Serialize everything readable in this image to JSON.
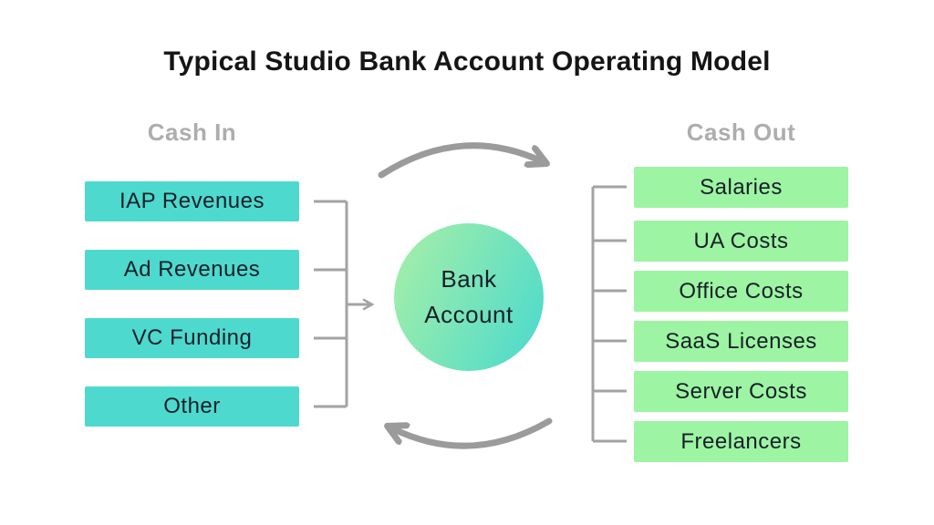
{
  "title": "Typical Studio Bank Account Operating Model",
  "cash_in": {
    "label": "Cash In",
    "items": [
      "IAP Revenues",
      "Ad Revenues",
      "VC Funding",
      "Other"
    ]
  },
  "center": {
    "label": "Bank Account"
  },
  "cash_out": {
    "label": "Cash Out",
    "items": [
      "Salaries",
      "UA Costs",
      "Office Costs",
      "SaaS Licenses",
      "Server Costs",
      "Freelancers"
    ]
  },
  "colors": {
    "background": "#FFFFFF",
    "title_color": "#151515",
    "section_label_gray": "#ADADAD",
    "cash_in_box": "#4ED9CE",
    "cash_out_box": "#9DF4A2",
    "circle_gradient_start": "#A9F0A6",
    "circle_gradient_end": "#49D9CE",
    "connector_gray": "#A3A3A3",
    "arrow_gray": "#9B9B9B",
    "box_text_color": "#17202A"
  }
}
